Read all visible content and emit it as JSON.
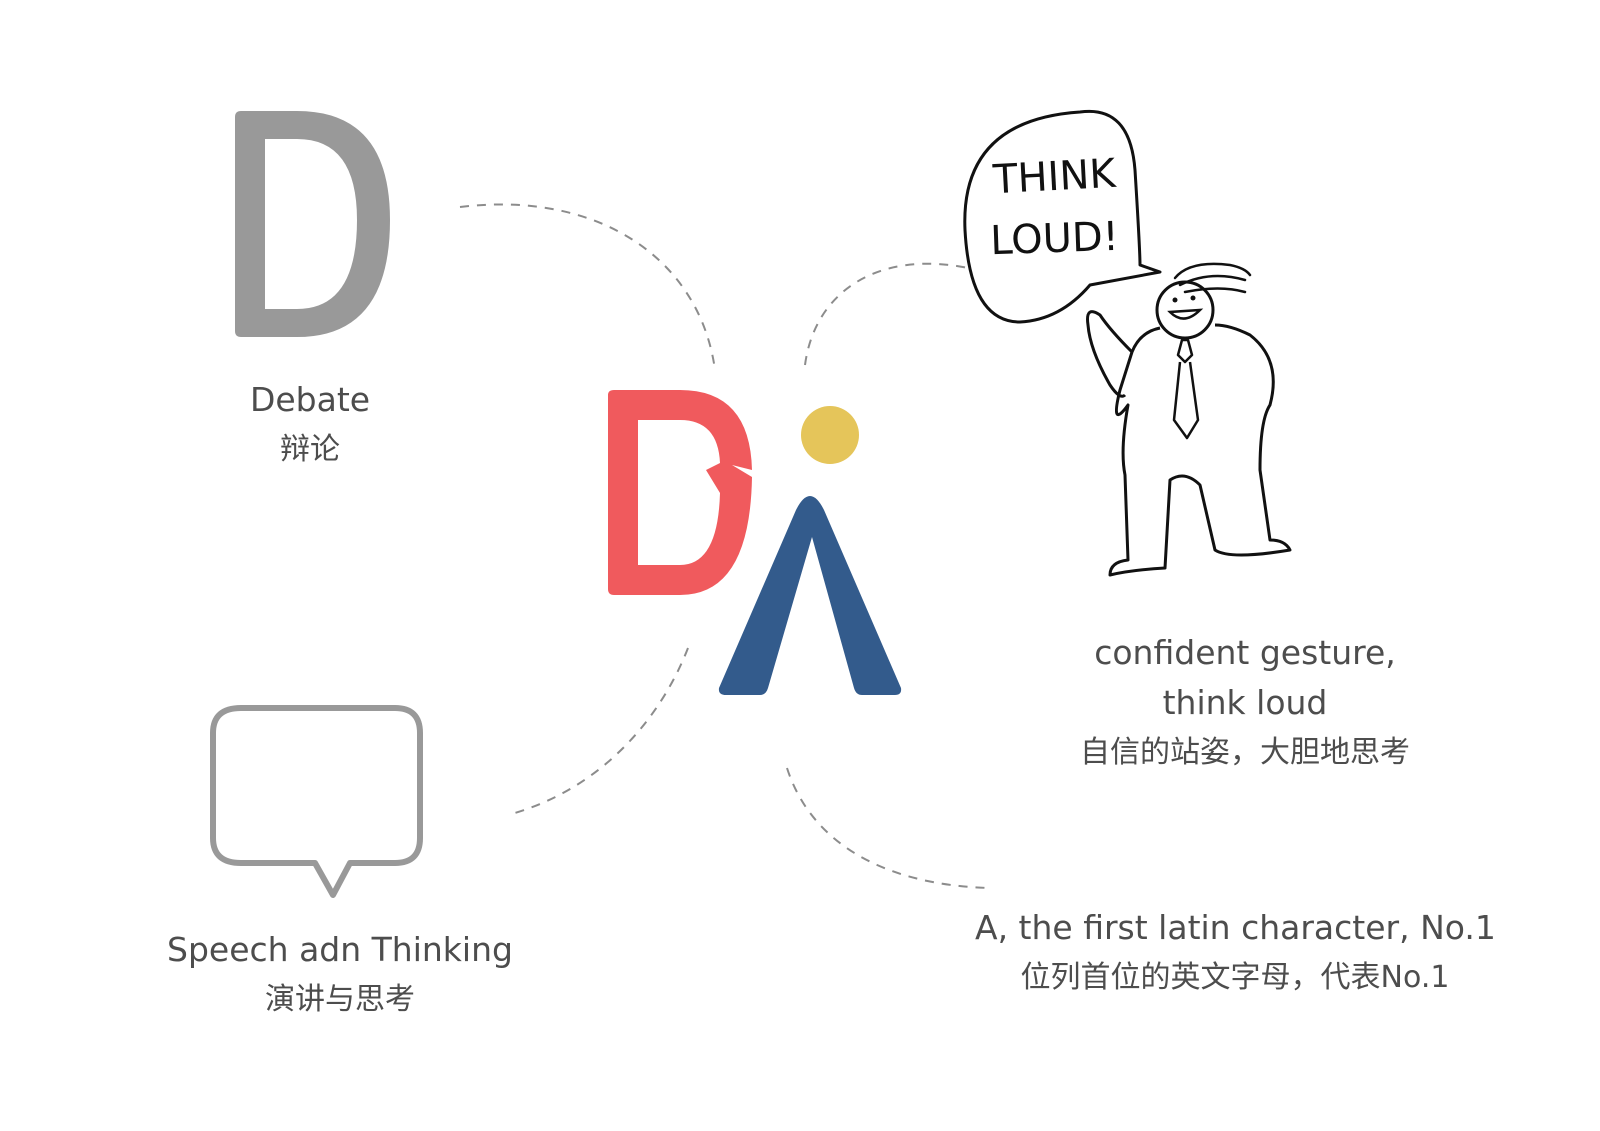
{
  "logo": {
    "d_color": "#f05a5d",
    "a_color": "#335b8c",
    "dot_color": "#e5c55a"
  },
  "debate": {
    "letter": "D",
    "letter_color": "#999999",
    "en": "Debate",
    "cn": "辩论"
  },
  "speech": {
    "bubble_color": "#999999",
    "en": "Speech adn Thinking",
    "cn": "演讲与思考"
  },
  "gesture": {
    "bubble_line1": "THINK",
    "bubble_line2": "LOUD!",
    "en_line1": "confident gesture,",
    "en_line2": "think loud",
    "cn": "自信的站姿，大胆地思考"
  },
  "letter_a": {
    "en": "A, the first latin character, No.1",
    "cn": "位列首位的英文字母，代表No.1"
  },
  "connector_color": "#8c8c8c"
}
